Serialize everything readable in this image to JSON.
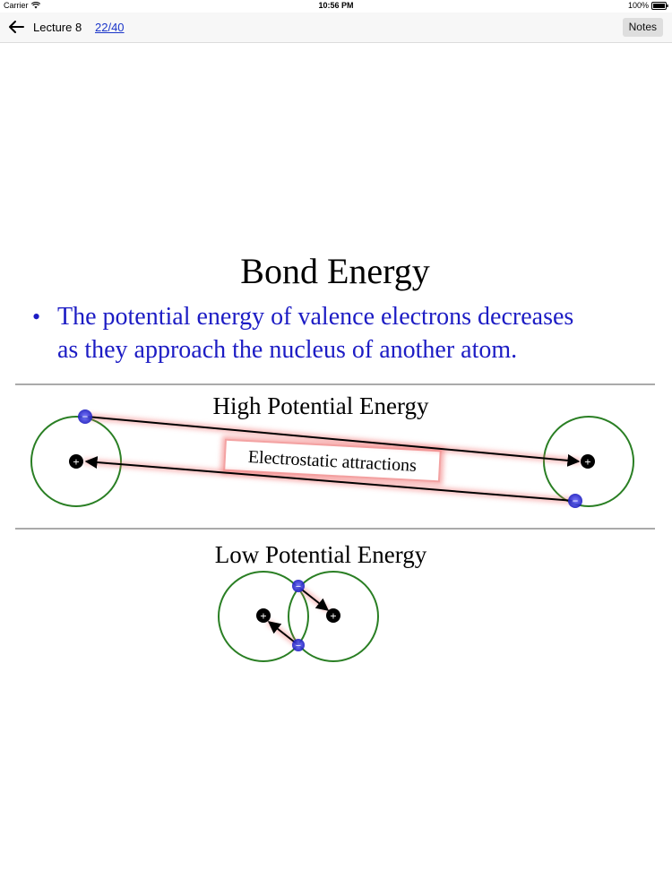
{
  "status_bar": {
    "carrier": "Carrier",
    "time": "10:56 PM",
    "battery": "100%",
    "icons": [
      "wifi-icon",
      "battery-icon"
    ]
  },
  "nav": {
    "back_icon": "arrow-left-icon",
    "title": "Lecture 8",
    "page": "22/40",
    "notes_label": "Notes"
  },
  "slide": {
    "title": "Bond Energy",
    "bullet_symbol": "•",
    "bullet_line1": "The potential energy of valence electrons decreases",
    "bullet_line2": "as they approach the nucleus of another atom.",
    "high_label": "High Potential Energy",
    "attraction_label": "Electrostatic attractions",
    "low_label": "Low Potential Energy",
    "nucleus_symbol": "+",
    "electron_symbol": "−"
  },
  "colors": {
    "bullet_text": "#1c1cc4",
    "orbit": "#2a7f24",
    "arrow": "#000000",
    "attraction_glow": "#f06a6a",
    "electron": "#2727c8",
    "nav_link": "#1a35c9"
  }
}
